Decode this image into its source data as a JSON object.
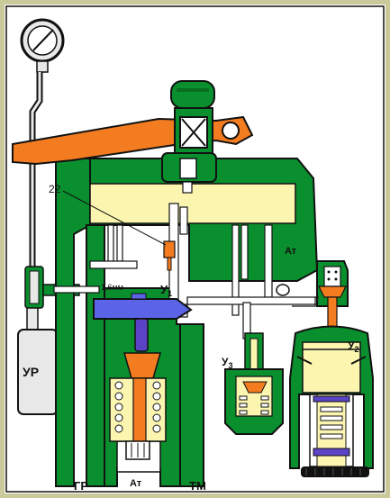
{
  "labels": {
    "ur": "УР",
    "gr": "ГР",
    "at_bottom": "Ат",
    "tm": "ТМ",
    "at_right": "Ат",
    "num22": "22",
    "dim": "1,6мм",
    "u1_base": "У",
    "u1_sub": "1",
    "u2_base": "У",
    "u2_sub": "2",
    "u3_base": "У",
    "u3_sub": "3"
  },
  "colors": {
    "frame": "#c9c99a",
    "background": "#ffffff",
    "body": "#0a8f2e",
    "body_dark": "#0a6e22",
    "lever": "#f47c20",
    "chamber": "#fbf5b0",
    "diaphragm": "#5b63e6",
    "piston": "#5a43c4",
    "gauge_ring": "#e8e8e8",
    "reservoir": "#e8e8e8",
    "outline": "#0b0b0b"
  }
}
